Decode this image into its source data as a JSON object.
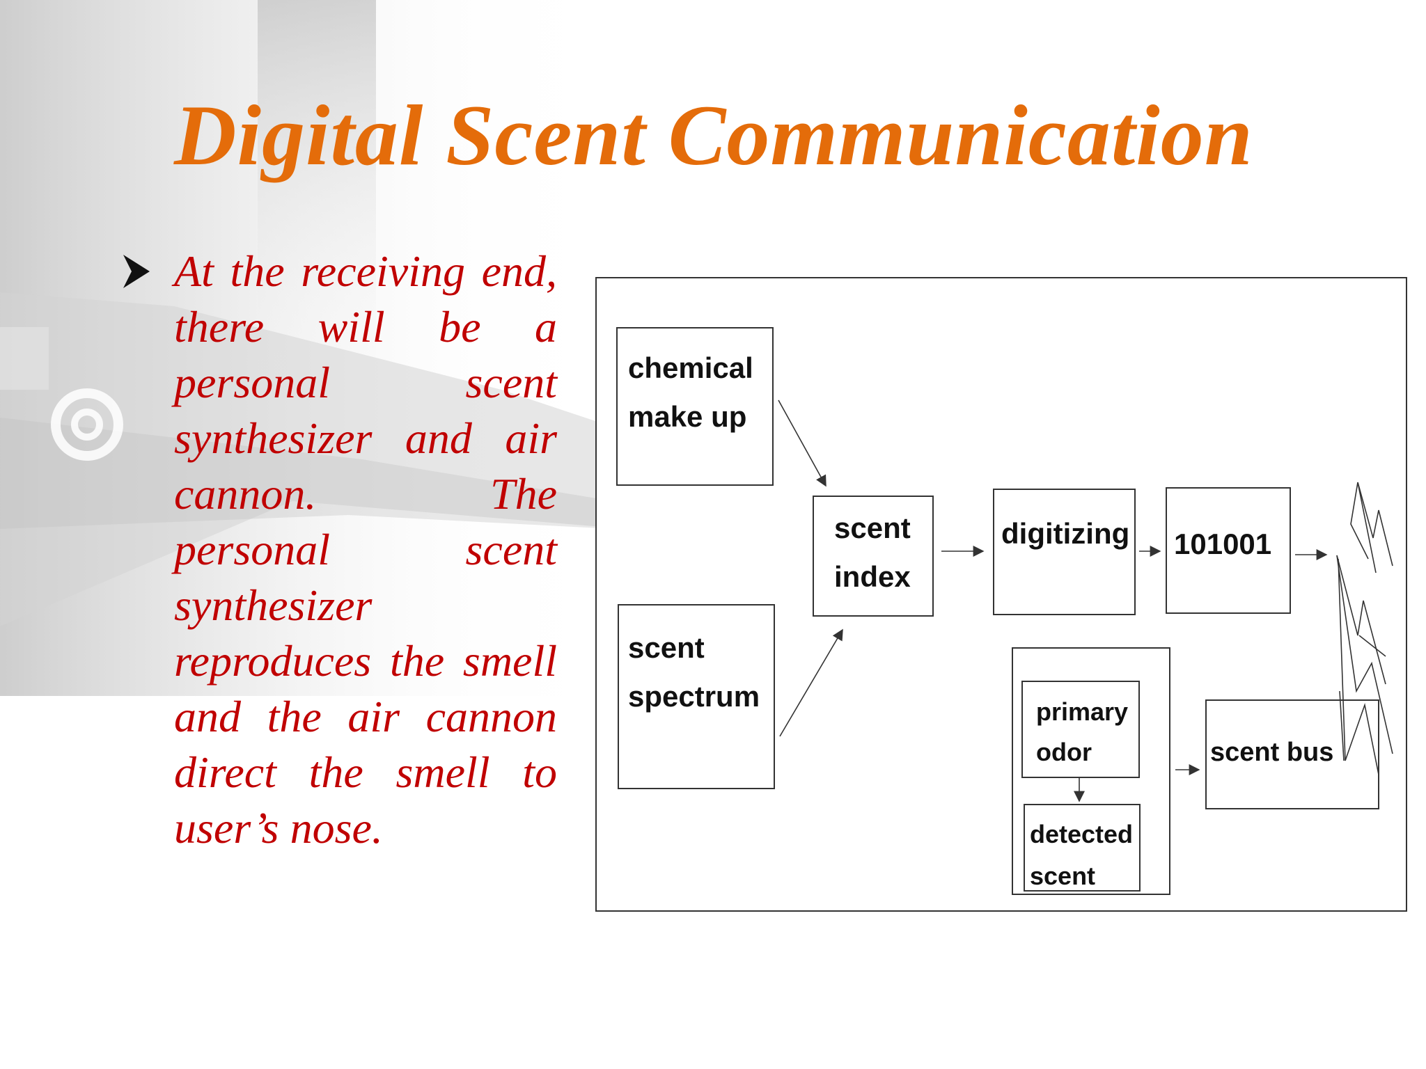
{
  "colors": {
    "title": "#E46C0A",
    "body_text": "#C00000",
    "diagram_line": "#333333",
    "diagram_text": "#111111"
  },
  "slide": {
    "title": "Digital Scent Communication",
    "bullet_icon": "arrow-bullet",
    "body": "At the receiving end, there will be a personal scent synthesizer and air cannon. The personal scent synthesizer reproduces the smell and the air cannon direct the smell to user’s nose."
  },
  "diagram": {
    "chemical_make_up": [
      "chemical",
      "make up"
    ],
    "scent_spectrum": [
      "scent",
      "spectrum"
    ],
    "scent_index": [
      "scent",
      "index"
    ],
    "digitizing": "digitizing",
    "binary_code": "101001",
    "primary_odor": [
      "primary",
      "odor"
    ],
    "detected_scent": [
      "detected",
      "scent"
    ],
    "scent_bus": "scent bus"
  }
}
